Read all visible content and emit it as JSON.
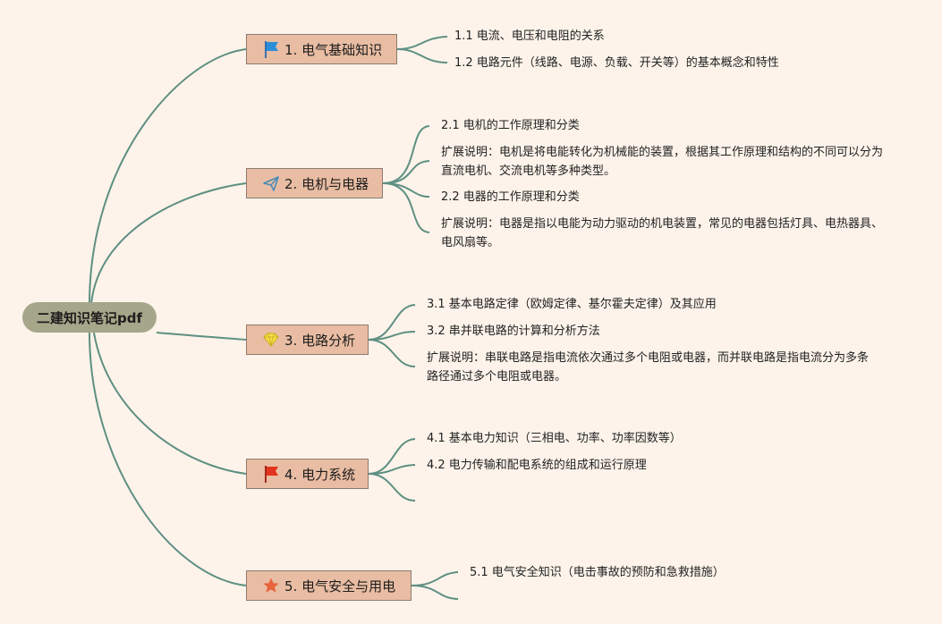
{
  "root": {
    "label": "二建知识笔记pdf"
  },
  "colors": {
    "background": "#fdf3ea",
    "link": "#5e8f82",
    "topic_fill": "#e9bda3",
    "root_fill": "#a6a68a"
  },
  "topics": [
    {
      "label": "1. 电气基础知识",
      "icon": "blue-flag-icon",
      "children": [
        "1.1 电流、电压和电阻的关系",
        "1.2 电路元件（线路、电源、负载、开关等）的基本概念和特性"
      ]
    },
    {
      "label": "2. 电机与电器",
      "icon": "paper-plane-icon",
      "children": [
        "2.1 电机的工作原理和分类",
        "扩展说明：电机是将电能转化为机械能的装置，根据其工作原理和结构的不同可以分为直流电机、交流电机等多种类型。",
        "2.2 电器的工作原理和分类",
        "扩展说明：电器是指以电能为动力驱动的机电装置，常见的电器包括灯具、电热器具、电风扇等。"
      ]
    },
    {
      "label": "3. 电路分析",
      "icon": "diamond-icon",
      "children": [
        "3.1 基本电路定律（欧姆定律、基尔霍夫定律）及其应用",
        "3.2 串并联电路的计算和分析方法",
        "扩展说明：串联电路是指电流依次通过多个电阻或电器，而并联电路是指电流分为多条路径通过多个电阻或电器。"
      ]
    },
    {
      "label": "4. 电力系统",
      "icon": "red-flag-icon",
      "children": [
        "4.1 基本电力知识（三相电、功率、功率因数等）",
        "4.2 电力传输和配电系统的组成和运行原理",
        ""
      ]
    },
    {
      "label": "5. 电气安全与用电",
      "icon": "star-icon",
      "children": [
        "5.1 电气安全知识（电击事故的预防和急救措施）",
        ""
      ]
    }
  ]
}
